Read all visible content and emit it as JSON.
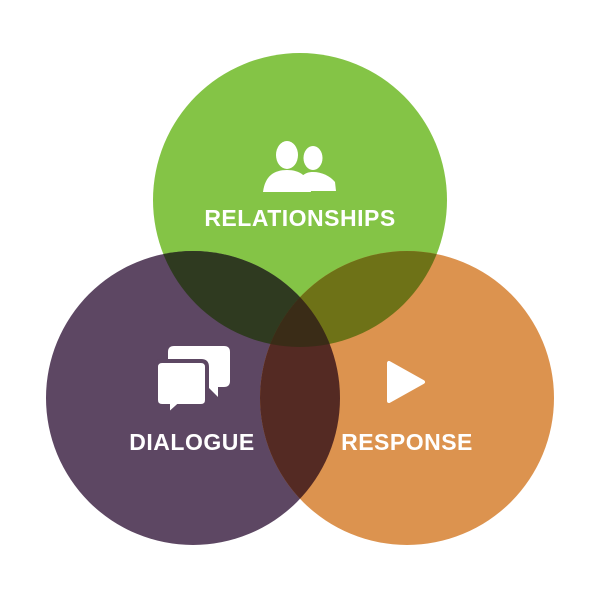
{
  "diagram": {
    "type": "venn",
    "circles": [
      {
        "id": "relationships",
        "label": "RELATIONSHIPS",
        "icon": "people-icon",
        "color": "#84c446"
      },
      {
        "id": "dialogue",
        "label": "DIALOGUE",
        "icon": "chat-bubbles-icon",
        "color": "#5d4763"
      },
      {
        "id": "response",
        "label": "RESPONSE",
        "icon": "play-icon",
        "color": "#dc934f"
      }
    ],
    "overlap_colors": {
      "relationships_dialogue": "#2f3a20",
      "relationships_response": "#6e7217",
      "dialogue_response": "#542a23",
      "center": "#3a2c17"
    },
    "background": "#ffffff"
  }
}
